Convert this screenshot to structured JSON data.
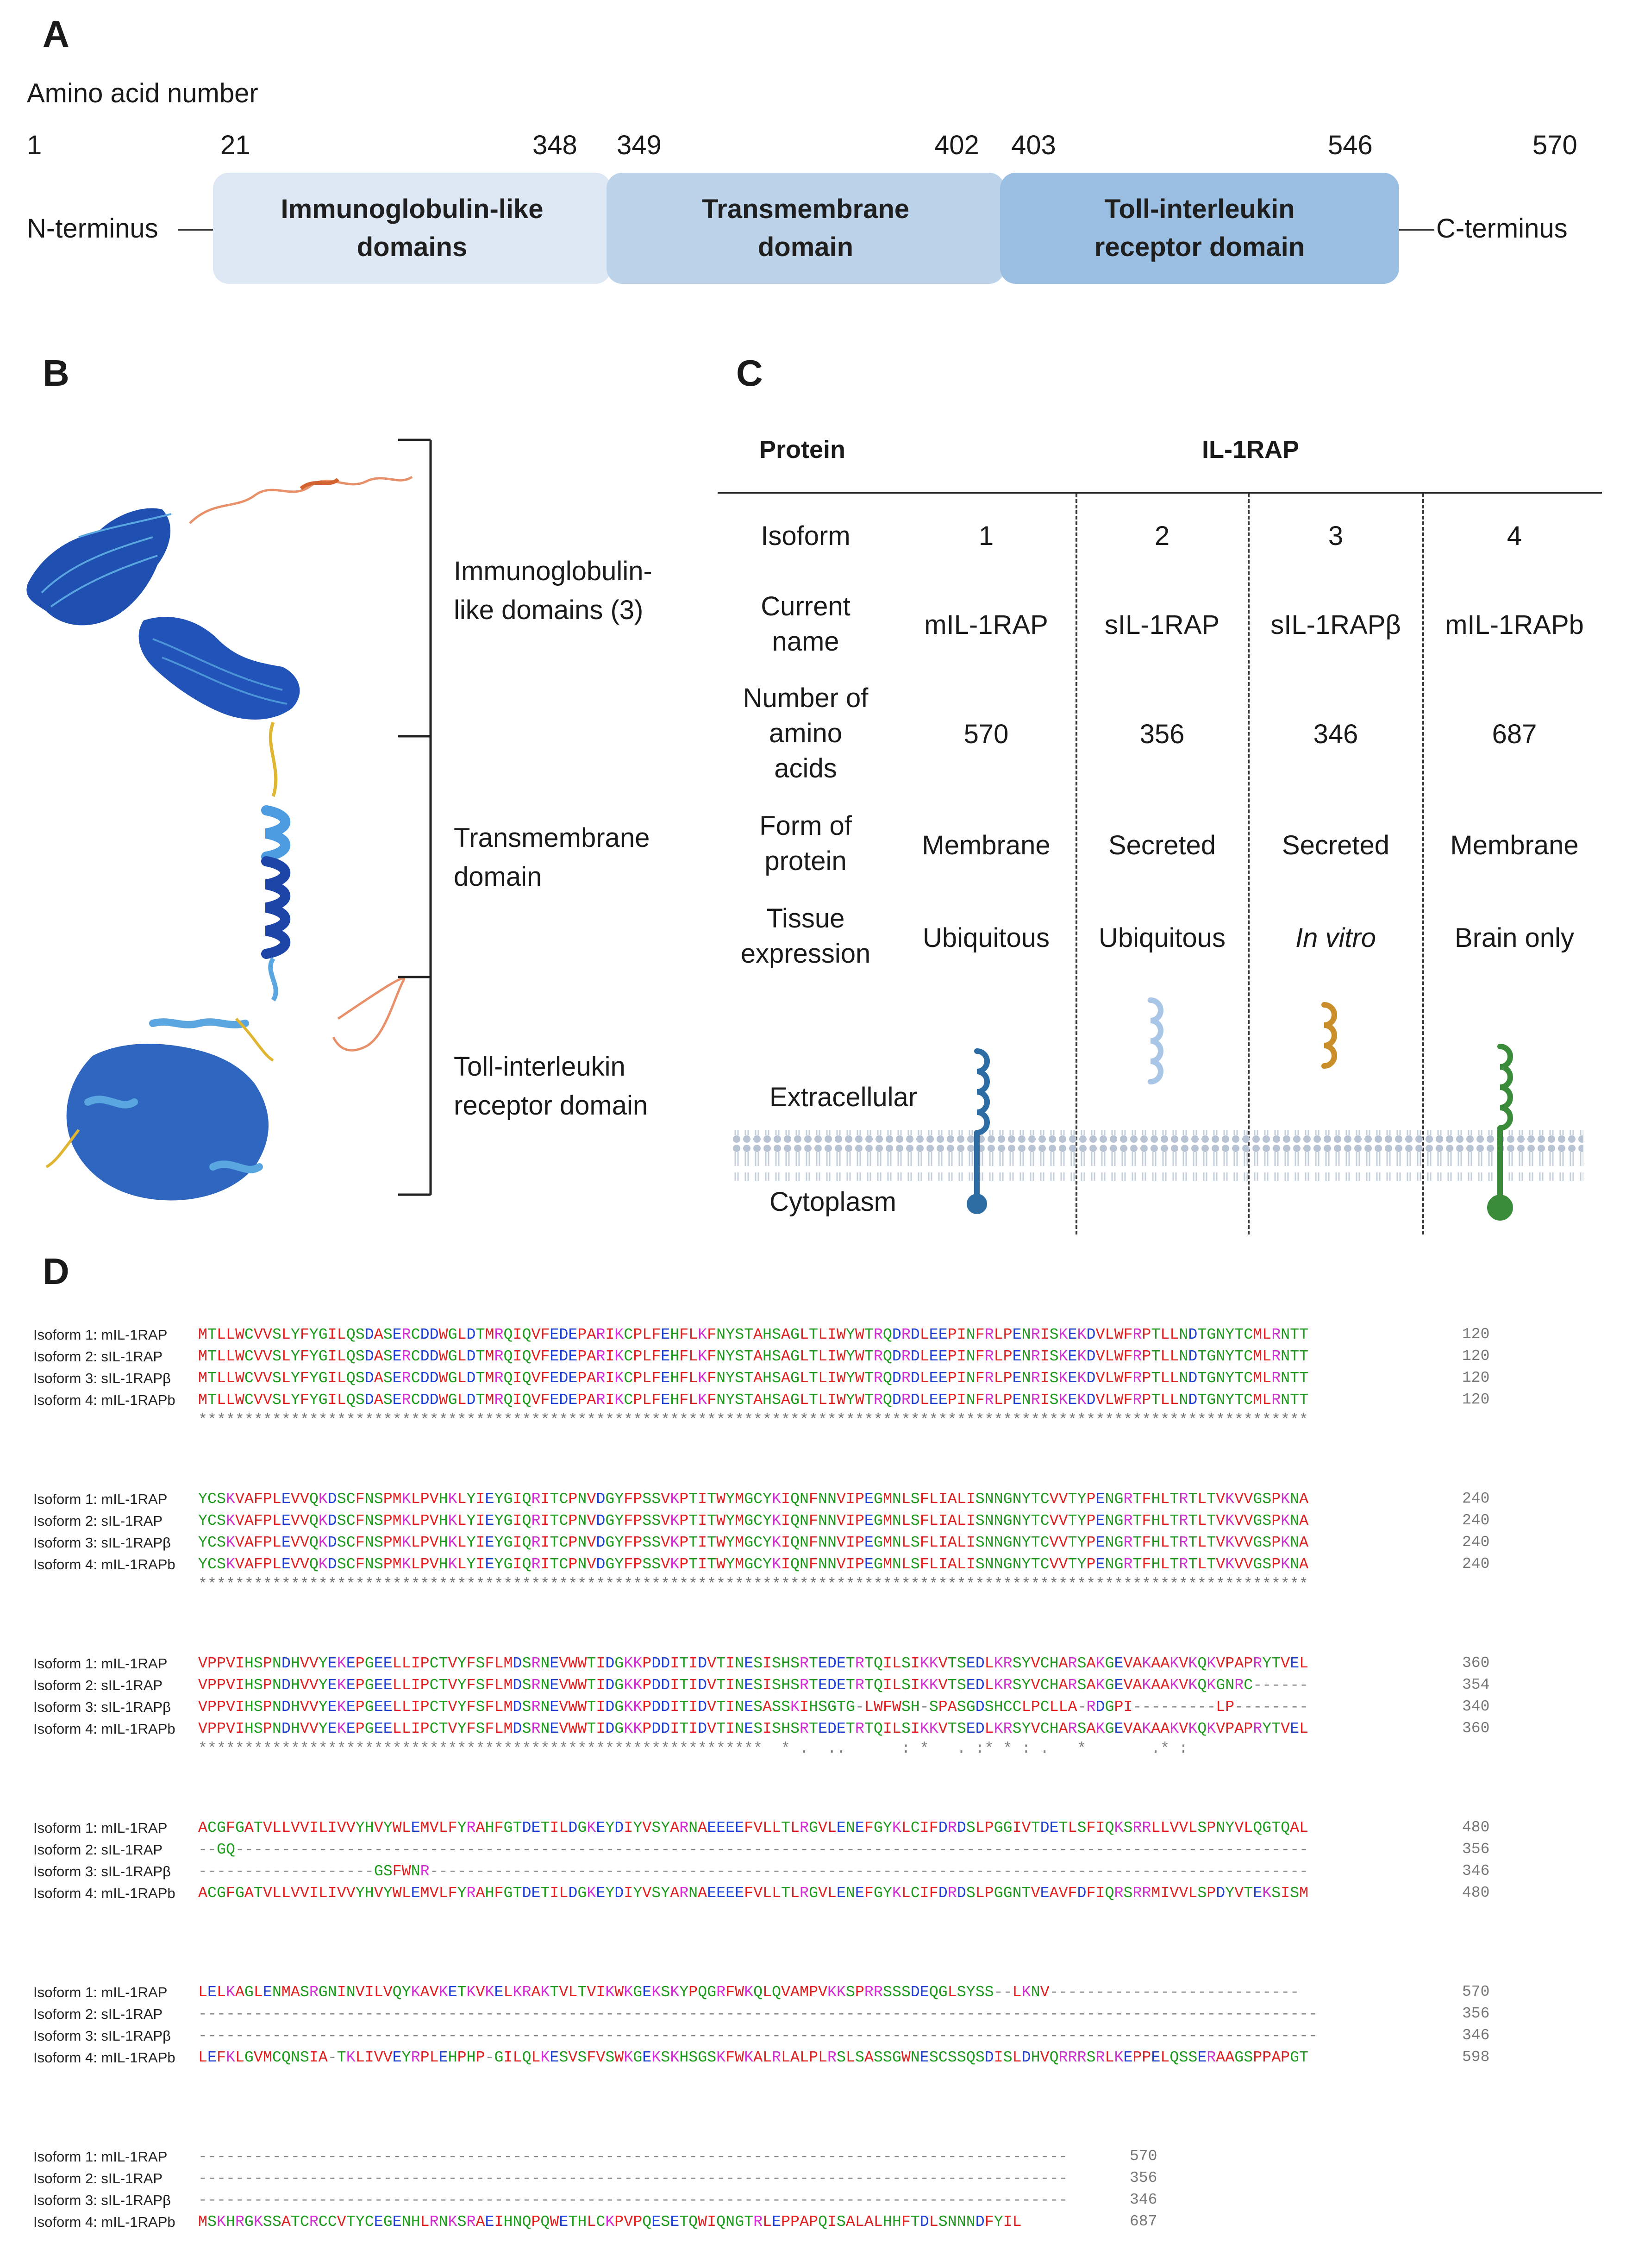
{
  "panel_a": {
    "label": "A",
    "axis_title": "Amino acid number",
    "positions": [
      "1",
      "21",
      "348",
      "349",
      "402",
      "403",
      "546",
      "570"
    ],
    "n_terminus": "N-terminus",
    "c_terminus": "C-terminus",
    "domains": [
      {
        "line1": "Immunoglobulin-like",
        "line2": "domains",
        "color": "#dde8f4"
      },
      {
        "line1": "Transmembrane",
        "line2": "domain",
        "color": "#bcd3ea"
      },
      {
        "line1": "Toll-interleukin",
        "line2": "receptor domain",
        "color": "#9bbfe2"
      }
    ]
  },
  "panel_b": {
    "label": "B",
    "annotations": [
      {
        "line1": "Immunoglobulin-",
        "line2": "like domains (3)"
      },
      {
        "line1": "Transmembrane",
        "line2": "domain"
      },
      {
        "line1": "Toll-interleukin",
        "line2": "receptor domain"
      }
    ]
  },
  "panel_c": {
    "label": "C",
    "header_protein": "Protein",
    "header_name": "IL-1RAP",
    "row_labels": {
      "isoform": "Isoform",
      "current_name": [
        "Current",
        "name"
      ],
      "amino_acids": [
        "Number of",
        "amino",
        "acids"
      ],
      "form": [
        "Form of",
        "protein"
      ],
      "tissue": [
        "Tissue",
        "expression"
      ]
    },
    "columns": [
      {
        "isoform": "1",
        "name": "mIL-1RAP",
        "aa": "570",
        "form": "Membrane",
        "tissue": "Ubiquitous",
        "italic": false,
        "color": "#2e6da4"
      },
      {
        "isoform": "2",
        "name": "sIL-1RAP",
        "aa": "356",
        "form": "Secreted",
        "tissue": "Ubiquitous",
        "italic": false,
        "color": "#a9c6e6"
      },
      {
        "isoform": "3",
        "name": "sIL-1RAPβ",
        "aa": "346",
        "form": "Secreted",
        "tissue": "In vitro",
        "italic": true,
        "color": "#c98e2a"
      },
      {
        "isoform": "4",
        "name": "mIL-1RAPb",
        "aa": "687",
        "form": "Membrane",
        "tissue": "Brain only",
        "italic": false,
        "color": "#3a8c3a"
      }
    ],
    "extracellular": "Extracellular",
    "cytoplasm": "Cytoplasm"
  },
  "panel_d": {
    "label": "D",
    "names": [
      "Isoform 1: mIL-1RAP",
      "Isoform 2: sIL-1RAP",
      "Isoform 3: sIL-1RAPβ",
      "Isoform 4: mIL-1RAPb"
    ],
    "blocks": [
      {
        "rows": [
          [
            "MTLLWCVVSLYFYGILQSDASERCDDWGLDTMRQIQVFEDEPARIKCPLFEHFLKFNYSTAHSAGLTLIWYWTRQDRDLEEPINFRLPENRISKEKDVLWFRPTLLNDTGNYTCMLRNTT",
            "120"
          ],
          [
            "MTLLWCVVSLYFYGILQSDASERCDDWGLDTMRQIQVFEDEPARIKCPLFEHFLKFNYSTAHSAGLTLIWYWTRQDRDLEEPINFRLPENRISKEKDVLWFRPTLLNDTGNYTCMLRNTT",
            "120"
          ],
          [
            "MTLLWCVVSLYFYGILQSDASERCDDWGLDTMRQIQVFEDEPARIKCPLFEHFLKFNYSTAHSAGLTLIWYWTRQDRDLEEPINFRLPENRISKEKDVLWFRPTLLNDTGNYTCMLRNTT",
            "120"
          ],
          [
            "MTLLWCVVSLYFYGILQSDASERCDDWGLDTMRQIQVFEDEPARIKCPLFEHFLKFNYSTAHSAGLTLIWYWTRQDRDLEEPINFRLPENRISKEKDVLWFRPTLLNDTGNYTCMLRNTT",
            "120"
          ]
        ],
        "cons": "************************************************************************************************************************"
      },
      {
        "rows": [
          [
            "YCSKVAFPLEVVQKDSCFNSPMKLPVHKLYIEYGIQRITCPNVDGYFPSSVKPTITWYMGCYKIQNFNNVIPEGMNLSFLIALISNNGNYTCVVTYPENGRTFHLTRTLTVKVVGSPKNA",
            "240"
          ],
          [
            "YCSKVAFPLEVVQKDSCFNSPMKLPVHKLYIEYGIQRITCPNVDGYFPSSVKPTITWYMGCYKIQNFNNVIPEGMNLSFLIALISNNGNYTCVVTYPENGRTFHLTRTLTVKVVGSPKNA",
            "240"
          ],
          [
            "YCSKVAFPLEVVQKDSCFNSPMKLPVHKLYIEYGIQRITCPNVDGYFPSSVKPTITWYMGCYKIQNFNNVIPEGMNLSFLIALISNNGNYTCVVTYPENGRTFHLTRTLTVKVVGSPKNA",
            "240"
          ],
          [
            "YCSKVAFPLEVVQKDSCFNSPMKLPVHKLYIEYGIQRITCPNVDGYFPSSVKPTITWYMGCYKIQNFNNVIPEGMNLSFLIALISNNGNYTCVVTYPENGRTFHLTRTLTVKVVGSPKNA",
            "240"
          ]
        ],
        "cons": "************************************************************************************************************************"
      },
      {
        "rows": [
          [
            "VPPVIHSPNDHVVYEKEPGEELLIPCTVYFSFLMDSRNEVWWTIDGKKPDDITIDVTINESISHSRTEDETRTQILSIKKVTSEDLKRSYVCHARSAKGEVAKAAKVKQKVPAPRYTVEL",
            "360"
          ],
          [
            "VPPVIHSPNDHVVYEKEPGEELLIPCTVYFSFLMDSRNEVWWTIDGKKPDDITIDVTINESISHSRTEDETRTQILSIKKVTSEDLKRSYVCHARSAKGEVAKAAKVKQKGNRC------",
            "354"
          ],
          [
            "VPPVIHSPNDHVVYEKEPGEELLIPCTVYFSFLMDSRNEVWWTIDGKKPDDITIDVTINESASSKIHSGTG-LWFWSH-SPASGDSHCCLPCLLA-RDGPI---------LP--------",
            "340"
          ],
          [
            "VPPVIHSPNDHVVYEKEPGEELLIPCTVYFSFLMDSRNEVWWTIDGKKPDDITIDVTINESISHSRTEDETRTQILSIKKVTSEDLKRSYVCHARSAKGEVAKAAKVKQKVPAPRYTVEL",
            "360"
          ]
        ],
        "cons": "*************************************************************  * .  ..      : *   . :* * : .   *       .* :               "
      },
      {
        "rows": [
          [
            "ACGFGATVLLVVILIVVYHVYWLEMVLFYRAHFGTDETILDGKEYDIYVSYARNAEEEEFVLLTLRGVLENEFGYKLCIFDRDSLPGGIVTDETLSFIQKSRRLLVVLSPNYVLQGTQAL",
            "480"
          ],
          [
            "--GQ--------------------------------------------------------------------------------------------------------------------",
            "356"
          ],
          [
            "-------------------GSFWNR-----------------------------------------------------------------------------------------------",
            "346"
          ],
          [
            "ACGFGATVLLVVILIVVYHVYWLEMVLFYRAHFGTDETILDGKEYDIYVSYARNAEEEEFVLLTLRGVLENEFGYKLCIFDRDSLPGGNTVEAVFDFIQRSRRMIVVLSPDYVTEKSISM",
            "480"
          ]
        ],
        "cons": ""
      },
      {
        "rows": [
          [
            "LELKAGLENMASRGNINVILVQYKAVKETKVKELKRAKTVLTVIKWKGEKSKYPQGRFWKQLQVAMPVKKSPRRSSSDEQGLSYSS--LKNV---------------------------",
            "570"
          ],
          [
            "-------------------------------------------------------------------------------------------------------------------------",
            "356"
          ],
          [
            "-------------------------------------------------------------------------------------------------------------------------",
            "346"
          ],
          [
            "LEFKLGVMCQNSIA-TKLIVVEYRPLEHPHP-GILQLKESVSFVSWKGEKSKHSGSKFWKALRLALPLRSLSASSGWNESCSSQSDISLDHVQRRRSRLKEPPELQSSERAAGSPPAPGT",
            "598"
          ]
        ],
        "cons": ""
      },
      {
        "rows": [
          [
            "----------------------------------------------------------------------------------------------",
            "570"
          ],
          [
            "----------------------------------------------------------------------------------------------",
            "356"
          ],
          [
            "----------------------------------------------------------------------------------------------",
            "346"
          ],
          [
            "MSKHRGKSSATCRCCVTYCEGENHLRNKSRAEIHNQPQWETHLCKPVPQESETQWIQNGTRLEPPAPQISALALHHFTDLSNNNDFYIL",
            "687"
          ]
        ],
        "cons": ""
      }
    ]
  }
}
